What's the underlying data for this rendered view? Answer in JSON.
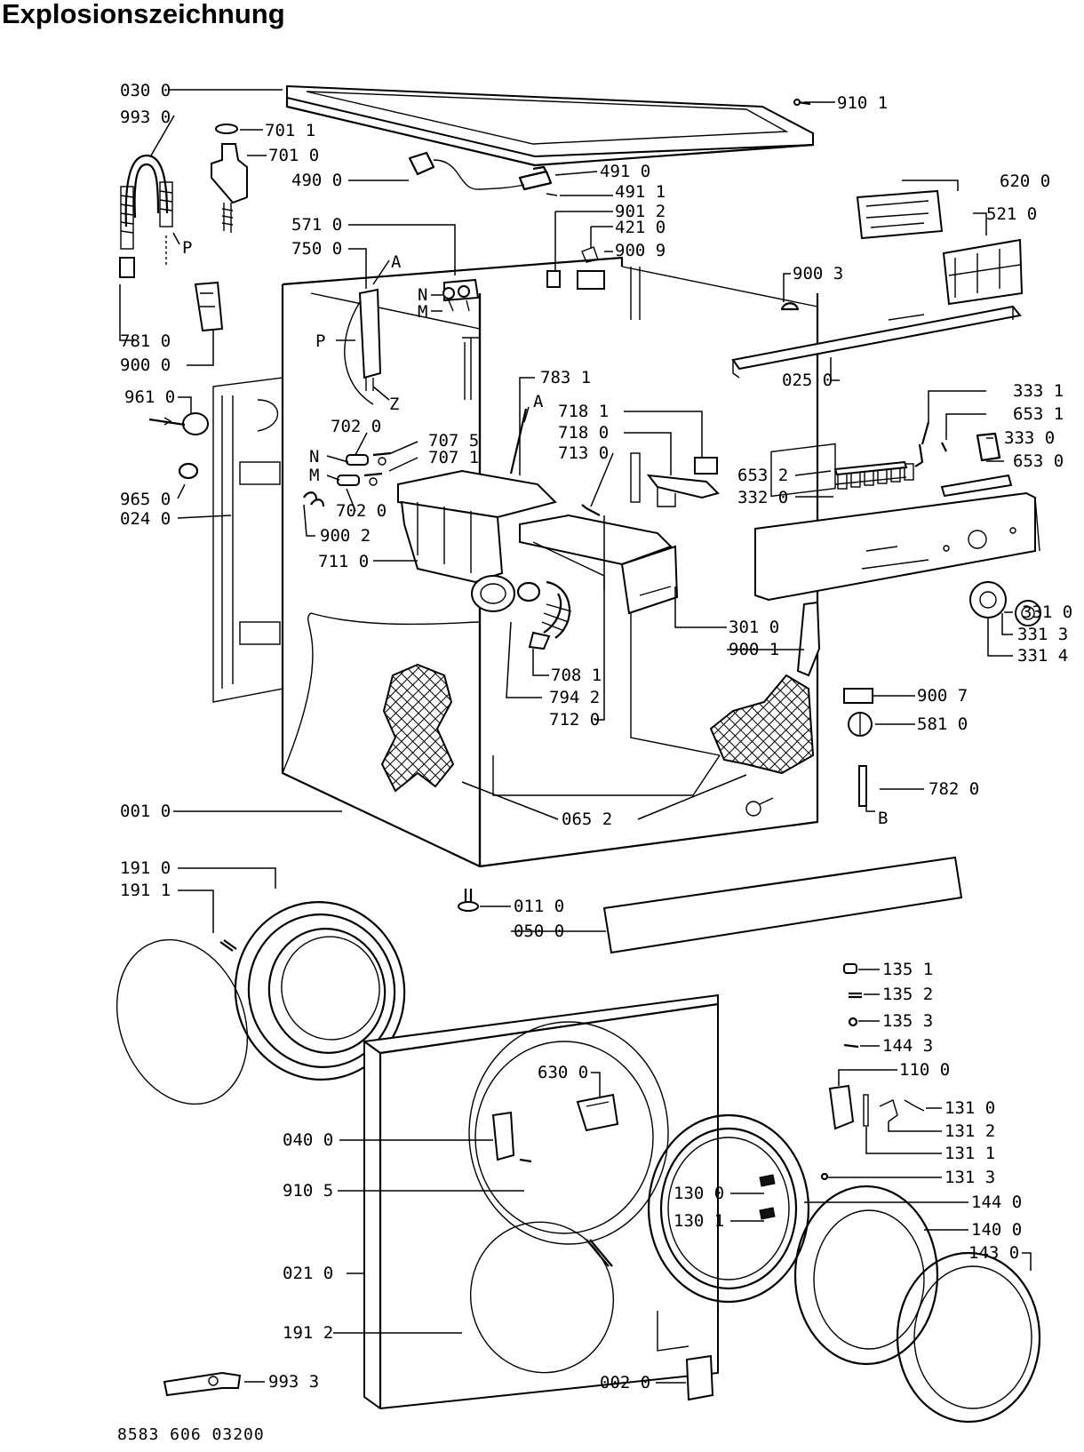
{
  "title": "Explosionszeichnung",
  "document_number": "8583 606 03200",
  "callouts": [
    {
      "id": "c0300",
      "text": "030 0"
    },
    {
      "id": "c9930",
      "text": "993 0"
    },
    {
      "id": "c7011",
      "text": "701 1"
    },
    {
      "id": "c7010",
      "text": "701 0"
    },
    {
      "id": "c4900",
      "text": "490 0"
    },
    {
      "id": "c5710",
      "text": "571 0"
    },
    {
      "id": "c7500",
      "text": "750 0"
    },
    {
      "id": "cA1",
      "text": "A"
    },
    {
      "id": "cP1",
      "text": "P"
    },
    {
      "id": "cN1",
      "text": "N"
    },
    {
      "id": "cM1",
      "text": "M"
    },
    {
      "id": "cP2",
      "text": "P"
    },
    {
      "id": "cZ",
      "text": "Z"
    },
    {
      "id": "c7810",
      "text": "781 0"
    },
    {
      "id": "c9000",
      "text": "900 0"
    },
    {
      "id": "c9101",
      "text": "910 1"
    },
    {
      "id": "c4910",
      "text": "491 0"
    },
    {
      "id": "c4911",
      "text": "491 1"
    },
    {
      "id": "c9012",
      "text": "901 2"
    },
    {
      "id": "c4210",
      "text": "421 0"
    },
    {
      "id": "c9009",
      "text": "900 9"
    },
    {
      "id": "c6200",
      "text": "620 0"
    },
    {
      "id": "c5210",
      "text": "521 0"
    },
    {
      "id": "c9003",
      "text": "900 3"
    },
    {
      "id": "c0250",
      "text": "025 0"
    },
    {
      "id": "c9610",
      "text": "961 0"
    },
    {
      "id": "c7020a",
      "text": "702 0"
    },
    {
      "id": "c7075",
      "text": "707 5"
    },
    {
      "id": "c7071",
      "text": "707 1"
    },
    {
      "id": "cN2",
      "text": "N"
    },
    {
      "id": "cM2",
      "text": "M"
    },
    {
      "id": "c7020b",
      "text": "702 0"
    },
    {
      "id": "c9002",
      "text": "900 2"
    },
    {
      "id": "c9650",
      "text": "965 0"
    },
    {
      "id": "c0240",
      "text": "024 0"
    },
    {
      "id": "c7110",
      "text": "711 0"
    },
    {
      "id": "c7831",
      "text": "783 1"
    },
    {
      "id": "cA2",
      "text": "A"
    },
    {
      "id": "c7181",
      "text": "718 1"
    },
    {
      "id": "c7180",
      "text": "718 0"
    },
    {
      "id": "c7130",
      "text": "713 0"
    },
    {
      "id": "c3331",
      "text": "333 1"
    },
    {
      "id": "c6531",
      "text": "653 1"
    },
    {
      "id": "c3330",
      "text": "333 0"
    },
    {
      "id": "c6530",
      "text": "653 0"
    },
    {
      "id": "c6532",
      "text": "653 2"
    },
    {
      "id": "c3320",
      "text": "332 0"
    },
    {
      "id": "c3010",
      "text": "301 0"
    },
    {
      "id": "c9001",
      "text": "900 1"
    },
    {
      "id": "c3310",
      "text": "331 0"
    },
    {
      "id": "c3313",
      "text": "331 3"
    },
    {
      "id": "c3314",
      "text": "331 4"
    },
    {
      "id": "c7081",
      "text": "708 1"
    },
    {
      "id": "c7942",
      "text": "794 2"
    },
    {
      "id": "c7120",
      "text": "712 0"
    },
    {
      "id": "c9007",
      "text": "900 7"
    },
    {
      "id": "c5810",
      "text": "581 0"
    },
    {
      "id": "c7820",
      "text": "782 0"
    },
    {
      "id": "cB",
      "text": "B"
    },
    {
      "id": "c0010",
      "text": "001 0"
    },
    {
      "id": "c0652",
      "text": "065 2"
    },
    {
      "id": "c1910",
      "text": "191 0"
    },
    {
      "id": "c1911",
      "text": "191 1"
    },
    {
      "id": "c0110",
      "text": "011 0"
    },
    {
      "id": "c0500",
      "text": "050 0"
    },
    {
      "id": "c1351",
      "text": "135 1"
    },
    {
      "id": "c1352",
      "text": "135 2"
    },
    {
      "id": "c1353",
      "text": "135 3"
    },
    {
      "id": "c1443",
      "text": "144 3"
    },
    {
      "id": "c1100",
      "text": "110 0"
    },
    {
      "id": "c6300",
      "text": "630 0"
    },
    {
      "id": "c1310",
      "text": "131 0"
    },
    {
      "id": "c1312",
      "text": "131 2"
    },
    {
      "id": "c0400",
      "text": "040 0"
    },
    {
      "id": "c1311",
      "text": "131 1"
    },
    {
      "id": "c1313",
      "text": "131 3"
    },
    {
      "id": "c9105",
      "text": "910 5"
    },
    {
      "id": "c1300",
      "text": "130 0"
    },
    {
      "id": "c1440",
      "text": "144 0"
    },
    {
      "id": "c1301",
      "text": "130 1"
    },
    {
      "id": "c1400",
      "text": "140 0"
    },
    {
      "id": "c1430",
      "text": "143 0"
    },
    {
      "id": "c0210",
      "text": "021 0"
    },
    {
      "id": "c1912",
      "text": "191 2"
    },
    {
      "id": "c9933",
      "text": "993 3"
    },
    {
      "id": "c0020",
      "text": "002 0"
    }
  ]
}
